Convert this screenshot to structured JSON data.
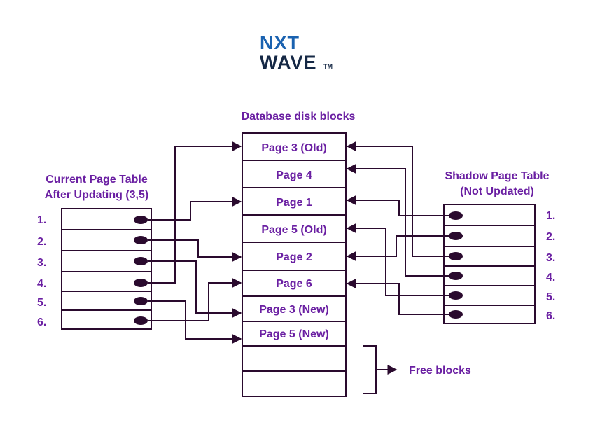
{
  "logo": {
    "line1": "NXT",
    "line2": "WAVE",
    "tm": "TM"
  },
  "title": "Database disk blocks",
  "left_table": {
    "title_line1": "Current Page Table",
    "title_line2": "After Updating (3,5)",
    "rows": [
      "1.",
      "2.",
      "3.",
      "4.",
      "5.",
      "6."
    ]
  },
  "right_table": {
    "title_line1": "Shadow Page Table",
    "title_line2": "(Not Updated)",
    "rows": [
      "1.",
      "2.",
      "3.",
      "4.",
      "5.",
      "6."
    ]
  },
  "blocks": [
    "Page 3 (Old)",
    "Page 4",
    "Page 1",
    "Page 5 (Old)",
    "Page 2",
    "Page 6",
    "Page 3 (New)",
    "Page 5 (New)",
    "",
    ""
  ],
  "free_label": "Free blocks",
  "colors": {
    "text": "#6a1fa2",
    "line": "#2a0a2e",
    "logo_blue": "#1a62b0",
    "logo_dark": "#152845"
  }
}
